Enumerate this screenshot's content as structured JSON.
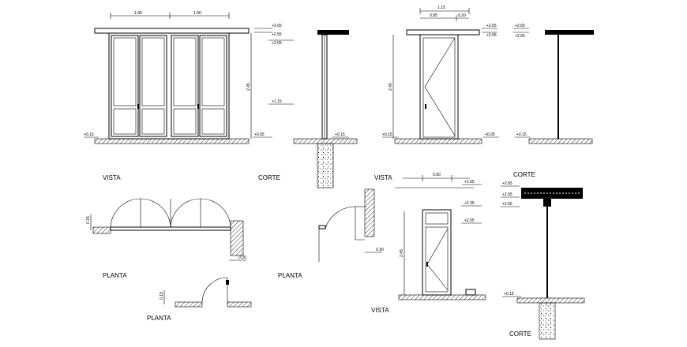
{
  "views": {
    "vista_1": "VISTA",
    "corte_1": "CORTE",
    "vista_2": "VISTA",
    "corte_2": "CORTE",
    "planta_1": "PLANTA",
    "planta_2": "PLANTA",
    "planta_3": "PLANTA",
    "vista_3": "VISTA",
    "corte_3": "CORTE"
  },
  "dims": {
    "w1": "1.90",
    "w2": "1.90",
    "w3": "1.15",
    "w4": "0.95",
    "w5": "0.20",
    "w6": "0.90",
    "p1": "0.30",
    "p2": "0.30"
  },
  "levels": {
    "a1": "+2.65",
    "a2": "+2.55",
    "a3": "+2.55",
    "a4": "+1.15",
    "a5": "+0.05",
    "a6": "+0.15",
    "b1": "+2.65",
    "b2": "+2.55",
    "b3": "+0.05",
    "b4": "+0.15",
    "c1": "+2.65",
    "c2": "+2.55",
    "d1": "+2.65",
    "d2": "+2.35",
    "d3": "+2.55",
    "e1": "+2.65",
    "e2": "+2.55",
    "e3": "+2.55"
  },
  "verticals": {
    "v1": "2.45",
    "v2": "2.45",
    "v3": "2.45"
  }
}
